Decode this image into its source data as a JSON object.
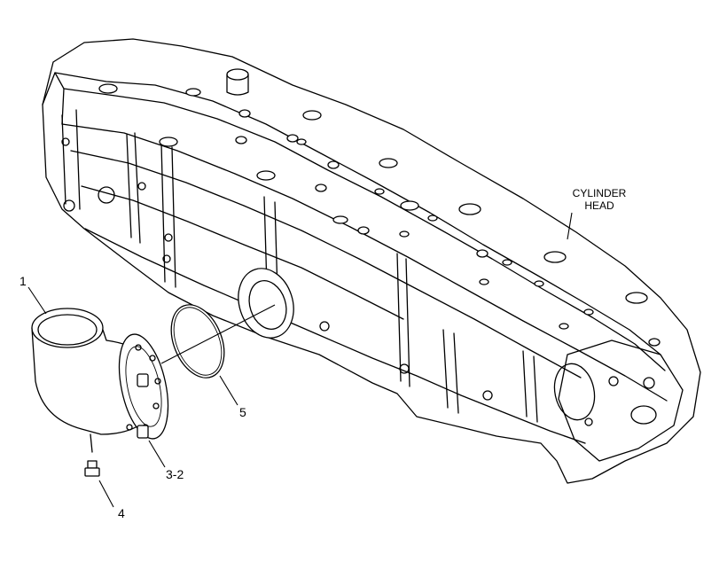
{
  "labels": {
    "part_1": "1",
    "part_3_2": "3-2",
    "part_4": "4",
    "part_5": "5",
    "cylinder_head_line1": "CYLINDER",
    "cylinder_head_line2": "HEAD"
  }
}
